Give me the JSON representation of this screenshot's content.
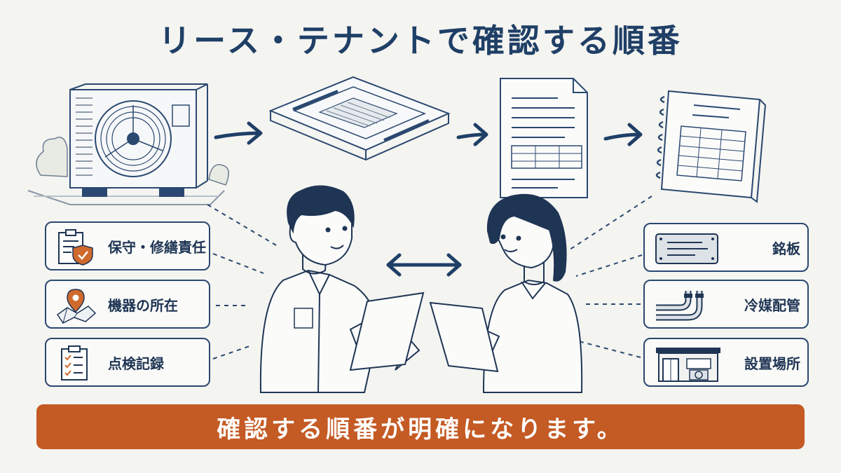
{
  "title": "リース・テナントで確認する順番",
  "left_items": [
    {
      "label": "保守・修繕責任",
      "icon": "clipboard-shield-icon"
    },
    {
      "label": "機器の所在",
      "icon": "map-pin-icon"
    },
    {
      "label": "点検記録",
      "icon": "checklist-icon"
    }
  ],
  "right_items": [
    {
      "label": "銘板",
      "icon": "nameplate-icon"
    },
    {
      "label": "冷媒配管",
      "icon": "refrigerant-pipe-icon"
    },
    {
      "label": "設置場所",
      "icon": "building-location-icon"
    }
  ],
  "top_flow": [
    "outdoor-ac-unit-icon",
    "ceiling-cassette-ac-icon",
    "document-icon",
    "notebook-table-icon"
  ],
  "banner": "確認する順番が明確になります。",
  "colors": {
    "navy": "#1f3f66",
    "accent": "#c45a24",
    "background": "#f4f4f1"
  }
}
